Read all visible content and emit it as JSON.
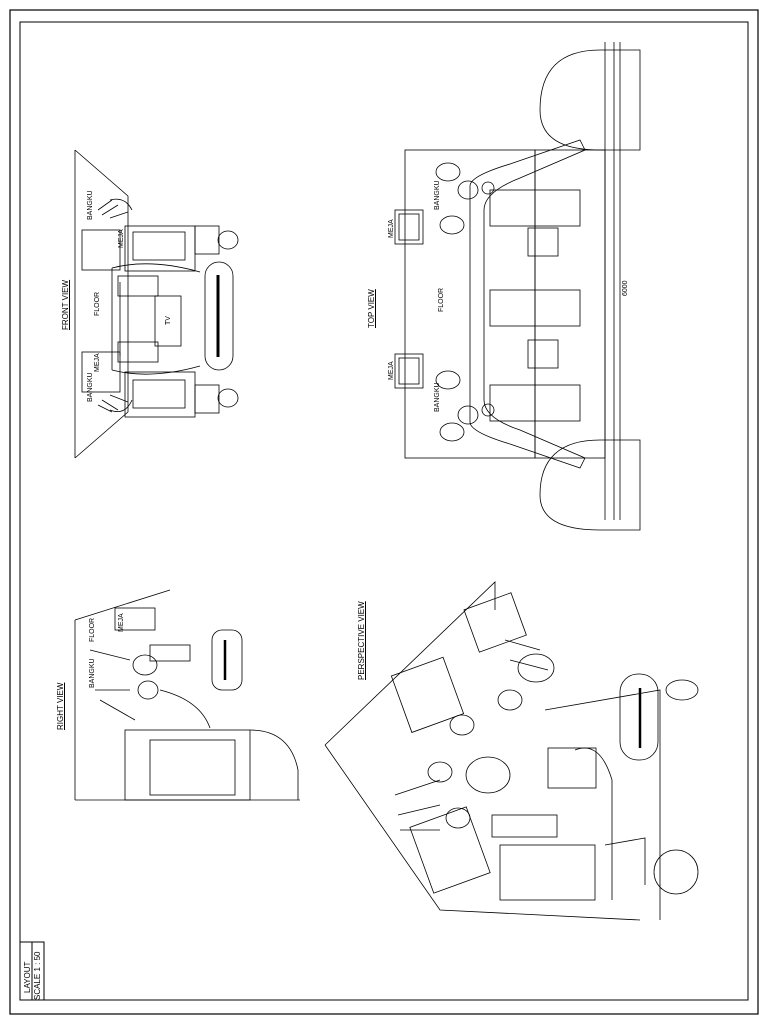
{
  "title_block": {
    "title": "LAYOUT",
    "scale": "SCALE 1 : 50"
  },
  "views": {
    "front": {
      "title": "FRONT VIEW",
      "floor": "FLOOR",
      "tv": "TV",
      "meja_left": "MEJA",
      "meja_right": "MEJA",
      "bangku_left": "BANGKU",
      "bangku_right": "BANGKU"
    },
    "top": {
      "title": "TOP VIEW",
      "floor": "FLOOR",
      "meja_left": "MEJA",
      "meja_right": "MEJA",
      "bangku_left": "BANGKU",
      "bangku_right": "BANGKU",
      "dimension": "6000"
    },
    "right": {
      "title": "RIGHT VIEW",
      "floor": "FLOOR",
      "meja": "MEJA",
      "bangku": "BANGKU"
    },
    "perspective": {
      "title": "PERSPECTIVE VIEW"
    }
  }
}
